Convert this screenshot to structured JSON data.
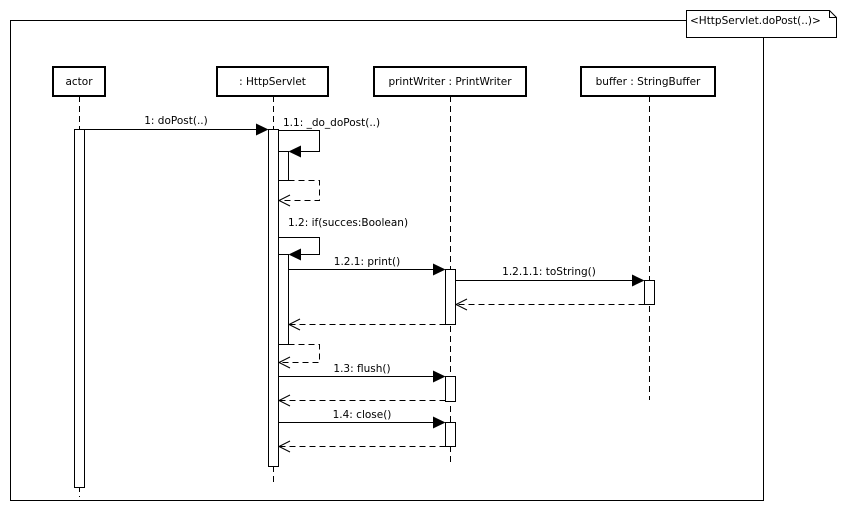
{
  "diagram": {
    "frame_label": "<HttpServlet.doPost(..)>",
    "lifelines": [
      {
        "id": "actor",
        "label": "actor"
      },
      {
        "id": "servlet",
        "label": ": HttpServlet"
      },
      {
        "id": "writer",
        "label": "printWriter : PrintWriter"
      },
      {
        "id": "buffer",
        "label": "buffer : StringBuffer"
      }
    ],
    "messages": [
      {
        "id": "m1",
        "label": "1: doPost(..)",
        "from": "actor",
        "to": "servlet",
        "kind": "call"
      },
      {
        "id": "m11",
        "label": "1.1: _do_doPost(..)",
        "from": "servlet",
        "to": "servlet",
        "kind": "self-call"
      },
      {
        "id": "m12",
        "label": "1.2: if(succes:Boolean)",
        "from": "servlet",
        "to": "servlet",
        "kind": "self-call"
      },
      {
        "id": "m121",
        "label": "1.2.1: print()",
        "from": "servlet",
        "to": "writer",
        "kind": "call"
      },
      {
        "id": "m1211",
        "label": "1.2.1.1: toString()",
        "from": "writer",
        "to": "buffer",
        "kind": "call"
      },
      {
        "id": "m13",
        "label": "1.3: flush()",
        "from": "servlet",
        "to": "writer",
        "kind": "call"
      },
      {
        "id": "m14",
        "label": "1.4: close()",
        "from": "servlet",
        "to": "writer",
        "kind": "call"
      }
    ]
  }
}
